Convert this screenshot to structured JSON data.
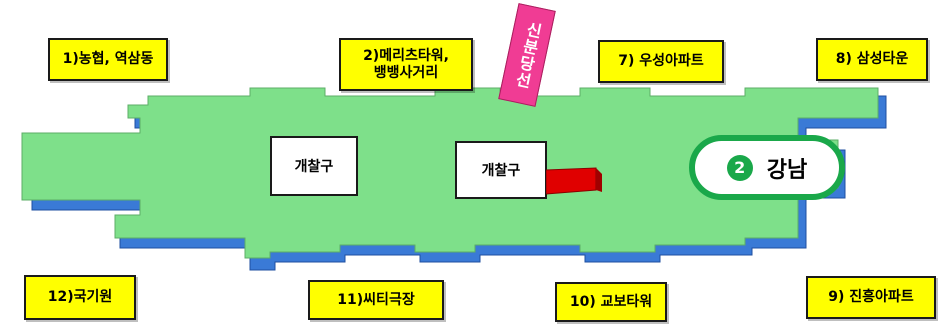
{
  "exits": {
    "e1": "1)농협, 역삼동",
    "e2_line1": "2)메리츠타워,",
    "e2_line2": "뱅뱅사거리",
    "e7": "7) 우성아파트",
    "e8": "8) 삼성타운",
    "e9": "9) 진흥아파트",
    "e10": "10) 교보타워",
    "e11": "11)씨티극장",
    "e12": "12)국기원"
  },
  "gates": {
    "left": "개찰구",
    "center": "개찰구"
  },
  "station": {
    "line_number": "2",
    "name": "강남",
    "line_color": "#1aa84a"
  },
  "transfer": {
    "label": "신분당선",
    "color": "#f03c94"
  },
  "colors": {
    "concourse_top": "#7ee08a",
    "concourse_wall": "#3a7ad6",
    "exit_box": "#ffff00",
    "marker": "#e00000"
  }
}
